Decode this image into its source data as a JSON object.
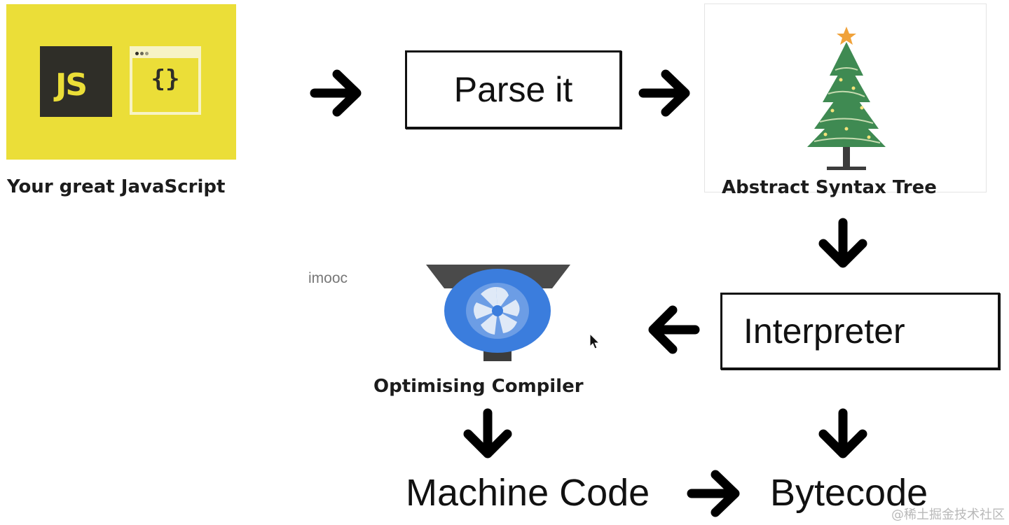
{
  "js_logo": {
    "js_text": "JS",
    "braces": "{}",
    "caption": "Your great JavaScript"
  },
  "steps": {
    "parse": "Parse it",
    "ast_caption": "Abstract Syntax Tree",
    "interpreter": "Interpreter",
    "compiler_caption": "Optimising Compiler",
    "machine_code": "Machine Code",
    "bytecode": "Bytecode"
  },
  "watermarks": {
    "imooc": "imooc",
    "juejin": "@稀土掘金技术社区"
  },
  "colors": {
    "js_yellow": "#ebde38",
    "js_dark": "#2f2e28",
    "tree_green": "#3f8a52",
    "tree_star": "#f0a23a",
    "compiler_blue": "#3b7ddd",
    "compiler_funnel": "#4a4a4a"
  },
  "icons": {
    "tree": "christmas-tree-icon",
    "compiler": "turbofan-compiler-icon",
    "cursor": "mouse-pointer-icon"
  }
}
